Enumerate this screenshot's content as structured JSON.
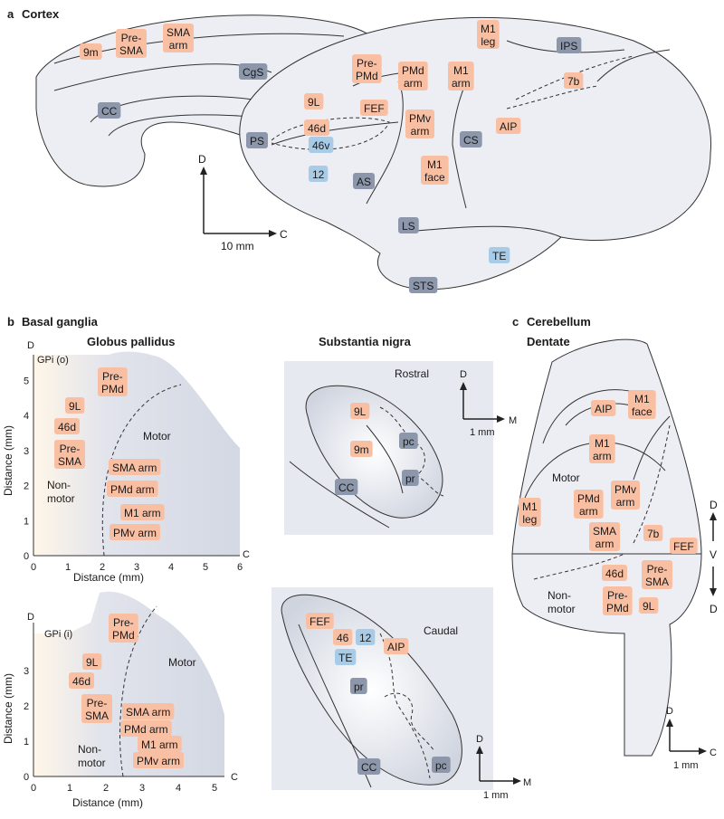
{
  "colors": {
    "motor_area": "#f9bfa3",
    "sulcus": "#8d97ab",
    "prefrontal": "#a8cce8",
    "outline": "#eceef4"
  },
  "panels": {
    "a": {
      "letter": "a",
      "title": "Cortex"
    },
    "b": {
      "letter": "b",
      "title": "Basal ganglia"
    },
    "c": {
      "letter": "c",
      "title": "Cerebellum"
    }
  },
  "cortex": {
    "labels": {
      "9m": "9m",
      "pre_sma": "Pre-\nSMA",
      "sma_arm": "SMA\narm",
      "cgs": "CgS",
      "cc": "CC",
      "pre_pmd": "Pre-\nPMd",
      "pmd_arm": "PMd\narm",
      "m1_leg": "M1\nleg",
      "m1_arm": "M1\narm",
      "ips": "IPS",
      "b7": "7b",
      "l9": "9L",
      "fef": "FEF",
      "d46": "46d",
      "v46": "46v",
      "ps": "PS",
      "a12": "12",
      "as": "AS",
      "pmv_arm": "PMv\narm",
      "aip": "AIP",
      "cs": "CS",
      "m1_face": "M1\nface",
      "ls": "LS",
      "te": "TE",
      "sts": "STS"
    },
    "axes": {
      "d": "D",
      "c": "C",
      "scale": "10 mm"
    }
  },
  "basal_ganglia": {
    "gpo": {
      "title": "Globus pallidus",
      "region": "GPi (o)",
      "xlabel": "Distance (mm)",
      "ylabel": "Distance (mm)",
      "axis_d": "D",
      "axis_c": "C",
      "xticks": [
        "0",
        "1",
        "2",
        "3",
        "4",
        "5",
        "6"
      ],
      "yticks": [
        "0",
        "1",
        "2",
        "3",
        "4",
        "5"
      ],
      "labels": {
        "pre_pmd": "Pre-\nPMd",
        "l9": "9L",
        "d46": "46d",
        "pre_sma": "Pre-\nSMA",
        "sma_arm": "SMA arm",
        "pmd_arm": "PMd arm",
        "m1_arm": "M1 arm",
        "pmv_arm": "PMv arm"
      },
      "motor": "Motor",
      "non_motor": "Non-\nmotor"
    },
    "gpi": {
      "region": "GPi (i)",
      "xlabel": "Distance (mm)",
      "ylabel": "Distance (mm)",
      "axis_d": "D",
      "axis_c": "C",
      "xticks": [
        "0",
        "1",
        "2",
        "3",
        "4",
        "5"
      ],
      "yticks": [
        "0",
        "1",
        "2",
        "3"
      ],
      "labels": {
        "pre_pmd": "Pre-\nPMd",
        "l9": "9L",
        "d46": "46d",
        "pre_sma": "Pre-\nSMA",
        "sma_arm": "SMA arm",
        "pmd_arm": "PMd arm",
        "m1_arm": "M1 arm",
        "pmv_arm": "PMv arm"
      },
      "motor": "Motor",
      "non_motor": "Non-\nmotor"
    },
    "sn_rostral": {
      "title": "Substantia nigra",
      "region": "Rostral",
      "labels": {
        "l9": "9L",
        "m9": "9m",
        "pc": "pc",
        "pr": "pr",
        "cc": "CC"
      },
      "axes": {
        "d": "D",
        "m": "M",
        "scale": "1 mm"
      }
    },
    "sn_caudal": {
      "region": "Caudal",
      "labels": {
        "fef": "FEF",
        "a46": "46",
        "a12": "12",
        "te": "TE",
        "aip": "AIP",
        "pr": "pr",
        "cc": "CC",
        "pc": "pc"
      },
      "axes": {
        "d": "D",
        "m": "M",
        "scale": "1 mm"
      }
    }
  },
  "cerebellum": {
    "title": "Dentate",
    "labels": {
      "aip": "AIP",
      "m1_face": "M1\nface",
      "m1_arm": "M1\narm",
      "m1_leg": "M1\nleg",
      "pmd_arm": "PMd\narm",
      "pmv_arm": "PMv\narm",
      "sma_arm": "SMA\narm",
      "b7": "7b",
      "fef": "FEF",
      "d46": "46d",
      "pre_sma": "Pre-\nSMA",
      "pre_pmd": "Pre-\nPMd",
      "l9": "9L"
    },
    "motor": "Motor",
    "non_motor": "Non-\nmotor",
    "dv": {
      "d_top": "D",
      "v": "V",
      "d_bottom": "D"
    },
    "axes": {
      "d": "D",
      "c": "C",
      "scale": "1 mm"
    }
  }
}
